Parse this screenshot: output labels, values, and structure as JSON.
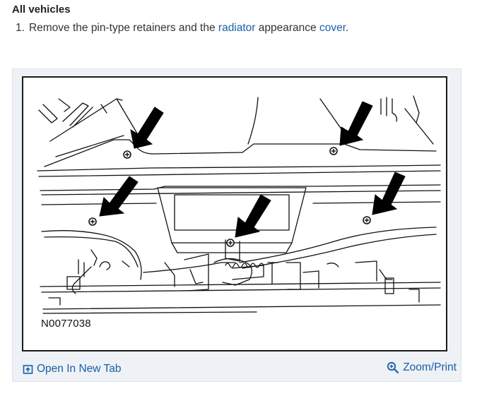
{
  "section": {
    "heading": "All vehicles"
  },
  "step": {
    "number": "1.",
    "text_before": "Remove the pin-type retainers and the ",
    "link_radiator": "radiator",
    "text_middle": " appearance ",
    "link_cover": "cover",
    "text_after": "."
  },
  "figure": {
    "id_label": "N0077038"
  },
  "footer": {
    "open_tab_label": "Open In New Tab",
    "zoom_print_label": "Zoom/Print",
    "open_tab_icon": "open-new-tab-icon",
    "zoom_icon": "magnifier-plus-icon"
  },
  "colors": {
    "link": "#1a5fa8",
    "card_background": "#eef1f5",
    "text": "#333333"
  }
}
